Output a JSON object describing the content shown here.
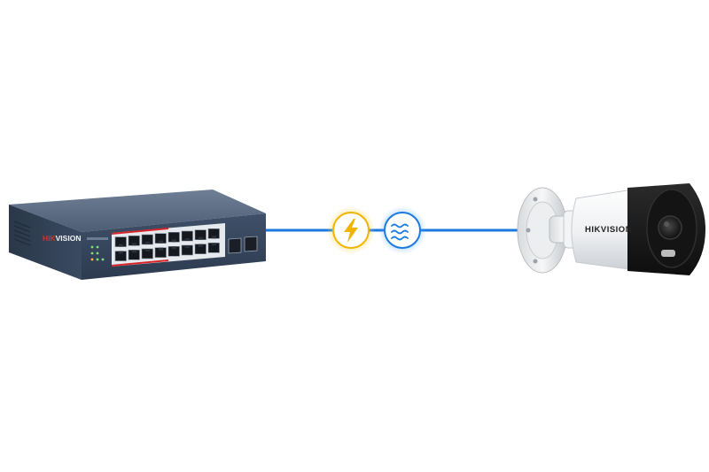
{
  "switch": {
    "brand_prefix": "HIK",
    "brand_suffix": "VISION",
    "port_count": 16,
    "sfp_count": 2
  },
  "camera": {
    "brand": "HIKVISION"
  },
  "connection": {
    "icons": [
      "lightning-icon",
      "wave-icon"
    ],
    "colors": {
      "cable": "#1b7ae0",
      "power": "#f0b400",
      "data": "#1b7ae0"
    }
  }
}
